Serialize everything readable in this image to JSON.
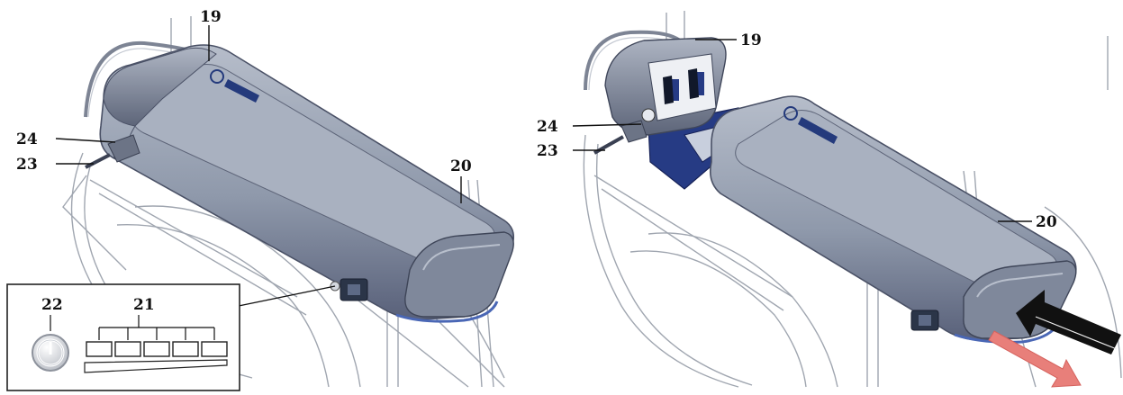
{
  "figure": {
    "left_view": {
      "callouts": {
        "c19": "19",
        "c20": "20",
        "c23": "23",
        "c24": "24"
      },
      "inset": {
        "callouts": {
          "c21": "21",
          "c22": "22"
        },
        "led_segments": 5
      }
    },
    "right_view": {
      "callouts": {
        "c19": "19",
        "c20": "20",
        "c23": "23",
        "c24": "24"
      }
    },
    "colors": {
      "battery_body": "#8d97a9",
      "battery_dark": "#4d5568",
      "battery_light": "#b9c0cd",
      "connector_blue": "#263b84",
      "arrow_black": "#111111",
      "arrow_pink": "#e87f7a",
      "rack_line": "#9aa0aa"
    },
    "icons": [
      "power-button-icon",
      "push-arrow-icon",
      "pull-arrow-icon",
      "bosch-logo"
    ]
  }
}
